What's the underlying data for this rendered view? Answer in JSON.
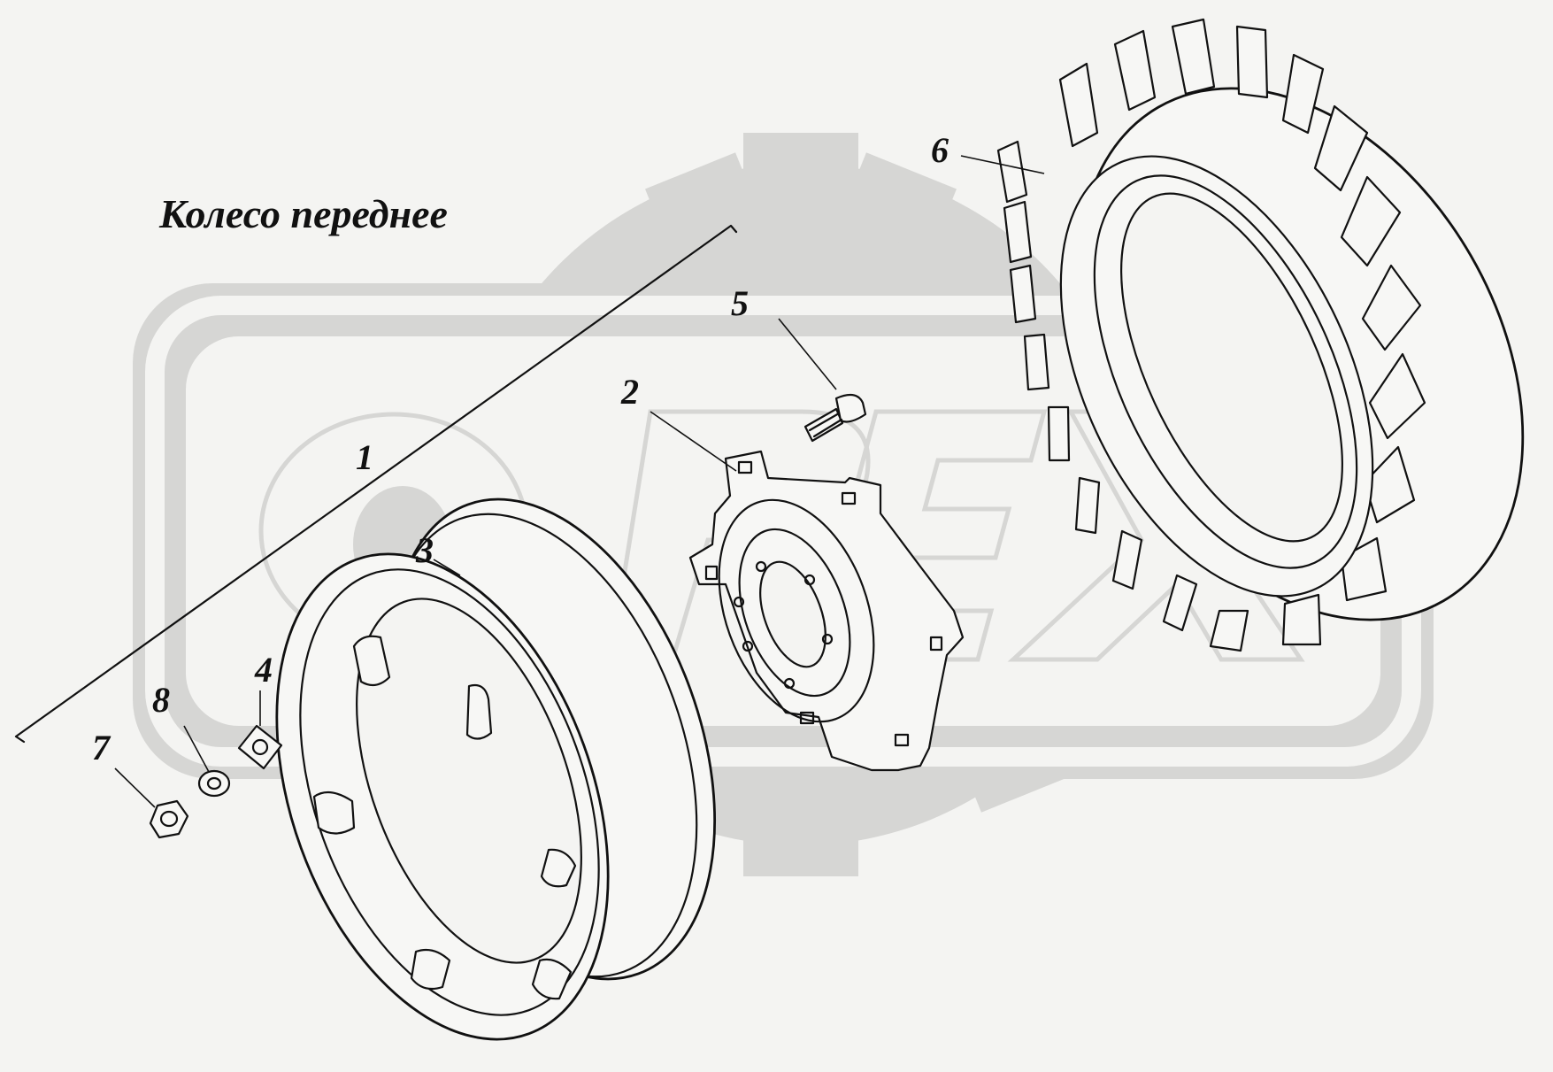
{
  "title": "Колесо переднее",
  "watermark": {
    "text": "ОРЕХ",
    "color": "#d6d6d4"
  },
  "colors": {
    "background": "#f4f4f2",
    "ink": "#111111"
  },
  "callouts": [
    {
      "id": "1",
      "label": "1"
    },
    {
      "id": "2",
      "label": "2"
    },
    {
      "id": "3",
      "label": "3"
    },
    {
      "id": "4",
      "label": "4"
    },
    {
      "id": "5",
      "label": "5"
    },
    {
      "id": "6",
      "label": "6"
    },
    {
      "id": "7",
      "label": "7"
    },
    {
      "id": "8",
      "label": "8"
    }
  ]
}
